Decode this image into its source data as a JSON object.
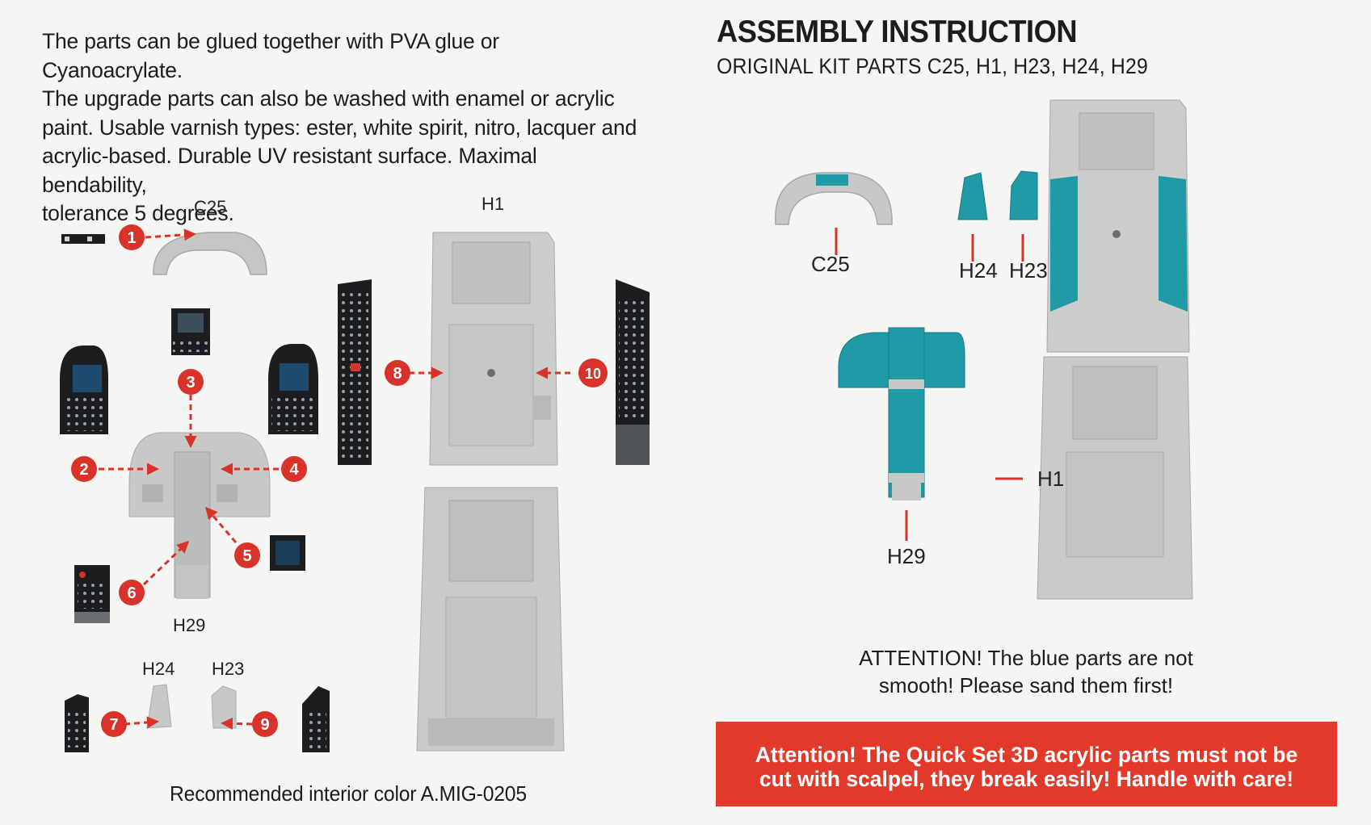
{
  "intro": {
    "lines": [
      "The parts can be glued together with PVA glue or Cyanoacrylate.",
      "The upgrade parts can also be washed with enamel or acrylic",
      "paint. Usable varnish types: ester, white spirit, nitro, lacquer and",
      "acrylic-based. Durable UV resistant surface. Maximal bendability,",
      "tolerance 5 degrees."
    ]
  },
  "assembly": {
    "title": "ASSEMBLY INSTRUCTION",
    "subtitle": "ORIGINAL KIT PARTS C25, H1, H23, H24, H29"
  },
  "left_diagram": {
    "labels": {
      "c25": "C25",
      "h1": "H1",
      "h29": "H29",
      "h24": "H24",
      "h23": "H23"
    },
    "steps": [
      "1",
      "2",
      "3",
      "4",
      "5",
      "6",
      "7",
      "8",
      "9",
      "10"
    ],
    "recommended": "Recommended interior color A.MIG-0205"
  },
  "right_diagram": {
    "labels": {
      "c25": "C25",
      "h24": "H24",
      "h23": "H23",
      "h29": "H29",
      "h1": "H1"
    },
    "attention_lines": [
      "ATTENTION! The blue parts are not",
      "smooth! Please sand them first!"
    ]
  },
  "warning": {
    "lines": [
      "Attention! The Quick Set 3D acrylic parts must not be",
      "cut with scalpel, they break easily! Handle with care!"
    ]
  },
  "colors": {
    "accent_red": "#d8322a",
    "teal": "#1f9aa6",
    "plastic_grey": "#c9cbc8",
    "panel_black": "#1b1d1f"
  }
}
